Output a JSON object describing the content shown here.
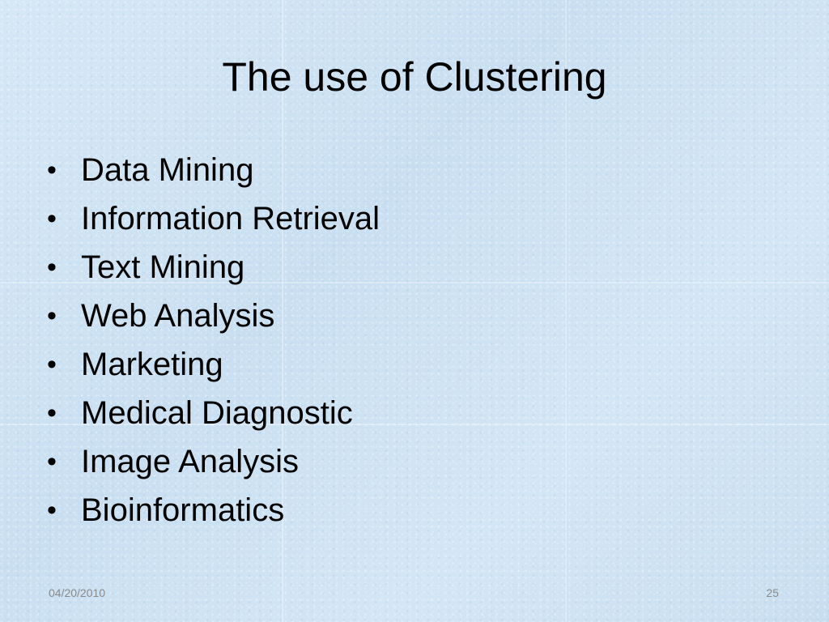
{
  "slide": {
    "title": "The use of Clustering",
    "bullets": [
      "Data Mining",
      "Information Retrieval",
      "Text Mining",
      "Web Analysis",
      "Marketing",
      "Medical Diagnostic",
      "Image Analysis",
      "Bioinformatics"
    ],
    "bullet_glyph": "•",
    "footer": {
      "date": "04/20/2010",
      "page_number": "25"
    }
  }
}
